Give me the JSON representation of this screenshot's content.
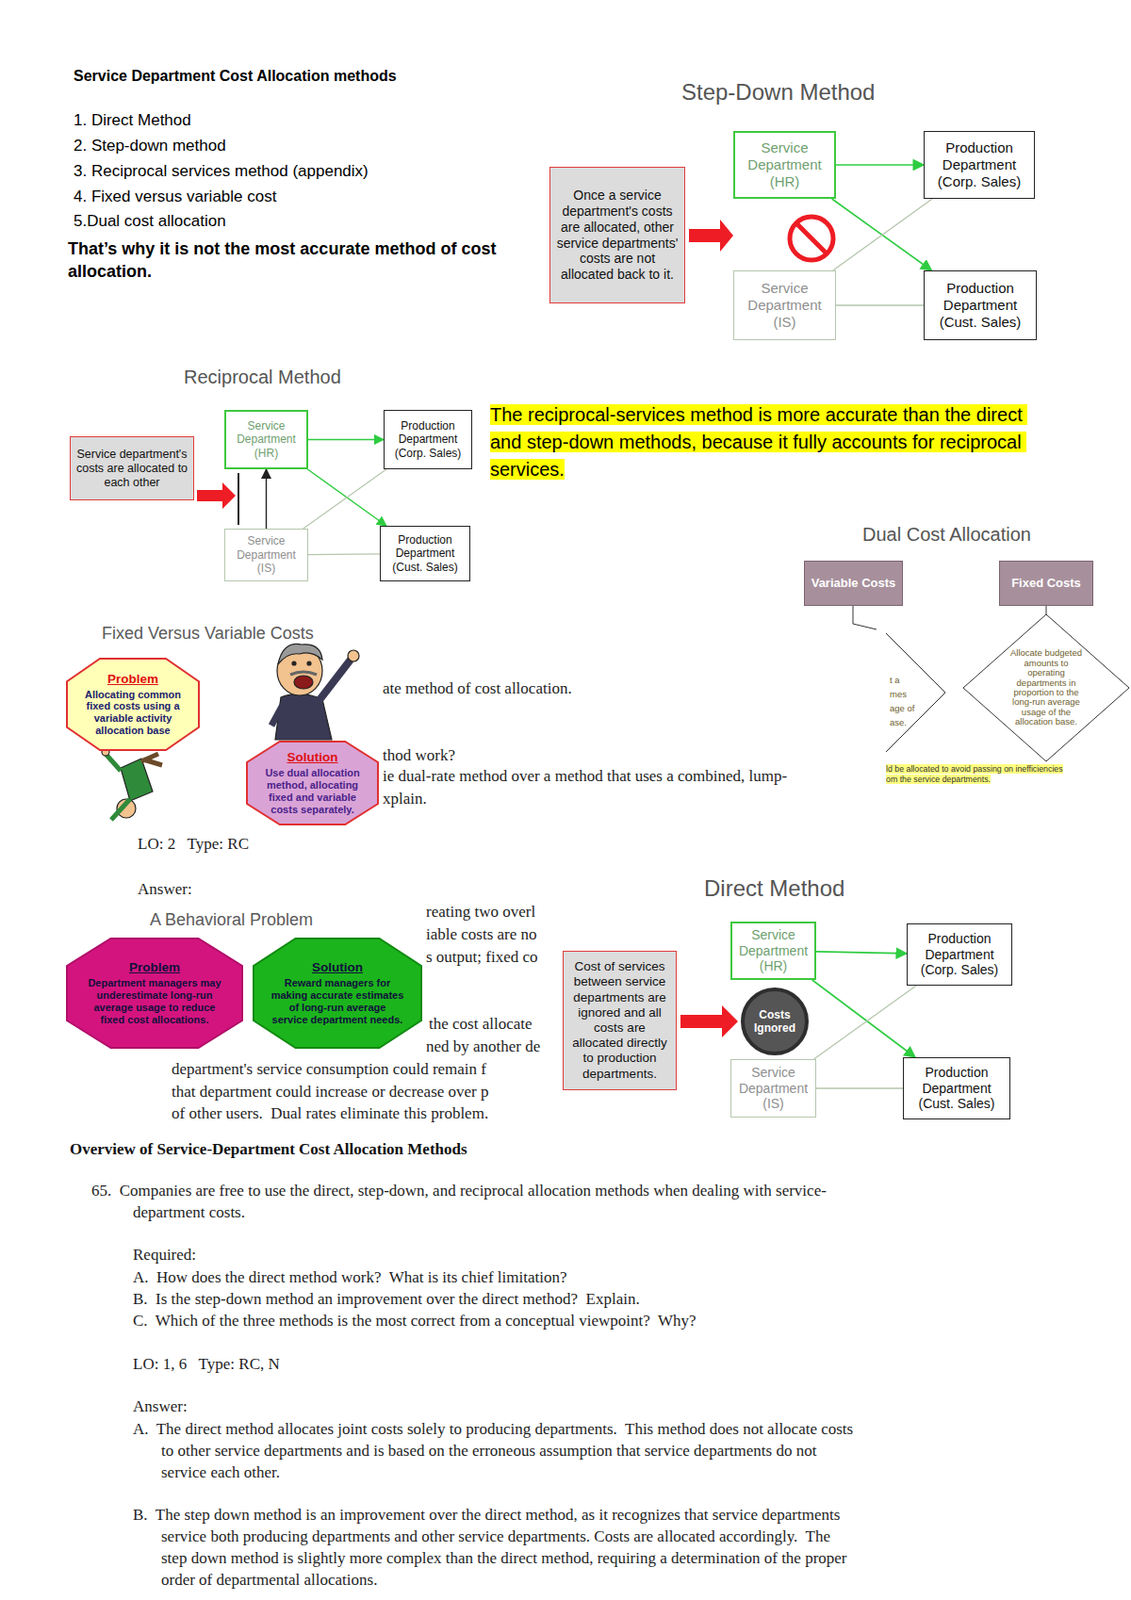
{
  "diagram": {
    "title": "Service Department Cost Allocation methods",
    "nodes": [
      {
        "text": [
          "Once a service department's costs are allocated, other service departments' costs are not allocated back to it."
        ]
      },
      {
        "text": [
          "Service Department (HR)"
        ]
      },
      {
        "text": [
          "Production Department (Corp. Sales)"
        ]
      },
      {
        "text": [
          "Service Department (IS)"
        ]
      },
      {
        "text": [
          "Production Department (Cust. Sales)"
        ]
      },
      {
        "text": [
          "Service department's costs are allocated to each other"
        ]
      },
      {
        "text": [
          "Service Department (HR)"
        ]
      },
      {
        "text": [
          "Production Department (Corp. Sales)"
        ]
      },
      {
        "text": [
          "Service Department (IS)"
        ]
      },
      {
        "text": [
          "Production Department (Cust. Sales)"
        ]
      },
      {
        "text": [
          "Variable Costs"
        ]
      },
      {
        "text": [
          "Fixed Costs"
        ]
      },
      {
        "text": [
          "Allocate budgeted amounts to operating departments in proportion to the long-run average usage of the allocation base."
        ]
      },
      {
        "text": [
          "Problem",
          "Allocating common fixed costs using a variable activity allocation base"
        ]
      },
      {
        "text": [
          "Solution",
          "Use dual allocation method, allocating fixed and variable costs separately."
        ]
      },
      {
        "text": [
          "Problem",
          "Department managers may underestimate long-run average usage to reduce fixed cost allocations."
        ]
      },
      {
        "text": [
          "Solution",
          "Reward managers for making accurate estimates of long-run average service department needs."
        ]
      },
      {
        "text": [
          "Cost of services between service departments are ignored and all costs are allocated directly to production departments."
        ]
      },
      {
        "text": [
          "Costs Ignored"
        ]
      },
      {
        "text": [
          "Service Department (HR)"
        ]
      },
      {
        "text": [
          "Production Department (Corp. Sales)"
        ]
      },
      {
        "text": [
          "Service Department (IS)"
        ]
      },
      {
        "text": [
          "Production Department (Cust. Sales)"
        ]
      }
    ],
    "edges": [
      {
        "from": 1,
        "to": 2,
        "arrow": "to"
      },
      {
        "from": 1,
        "to": 4,
        "arrow": "to"
      },
      {
        "from": 3,
        "to": 2,
        "arrow": "none"
      },
      {
        "from": 3,
        "to": 4,
        "arrow": "none"
      },
      {
        "from": 6,
        "to": 7,
        "arrow": "to"
      },
      {
        "from": 6,
        "to": 9,
        "arrow": "to"
      },
      {
        "from": 8,
        "to": 6,
        "arrow": "to"
      },
      {
        "from": 8,
        "to": 7,
        "arrow": "none"
      },
      {
        "from": 8,
        "to": 9,
        "arrow": "none"
      },
      {
        "from": 11,
        "to": 12,
        "arrow": "none"
      },
      {
        "from": 19,
        "to": 20,
        "arrow": "to"
      },
      {
        "from": 19,
        "to": 22,
        "arrow": "to"
      },
      {
        "from": 21,
        "to": 20,
        "arrow": "none"
      },
      {
        "from": 21,
        "to": 22,
        "arrow": "none"
      }
    ],
    "labels": [
      "1. Direct Method",
      "2. Step-down method",
      "3. Reciprocal services method (appendix)",
      "4. Fixed versus variable cost",
      "5.Dual cost allocation",
      "That’s why it is not the most accurate method of cost allocation.",
      "Step-Down Method",
      "Reciprocal Method",
      "The reciprocal-services method is more accurate than the direct and step-down methods, because it fully accounts for reciprocal services.",
      "Dual Cost Allocation",
      "t a",
      "mes",
      "age of",
      "ase.",
      "ld be allocated to avoid passing on inefficiencies",
      "om the service departments.",
      "Fixed Versus Variable Costs",
      "ate method of cost allocation.",
      "thod work?",
      "ie dual-rate method over a method that uses a combined, lump-",
      "xplain.",
      "LO: 2   Type: RC",
      "Answer:",
      "A Behavioral Problem",
      "reating two overl",
      "iable costs are no",
      "s output; fixed co",
      "the cost allocate",
      "ned by another de",
      "department's service consumption could remain f",
      "that department could increase or decrease over p",
      "of other users.  Dual rates eliminate this problem.",
      "Direct Method",
      "Overview of Service-Department Cost Allocation Methods",
      "65.  Companies are free to use the direct, step-down, and reciprocal allocation methods when dealing with service-department costs.",
      "Required:",
      "A.  How does the direct method work?  What is its chief limitation?",
      "B.  Is the step-down method an improvement over the direct method?  Explain.",
      "C.  Which of the three methods is the most correct from a conceptual viewpoint?  Why?",
      "LO: 1, 6   Type: RC, N",
      "Answer:",
      "A.  The direct method allocates joint costs solely to producing departments.  This method does not allocate costs to other service departments and is based on the erroneous assumption that service departments do not service each other.",
      "B.  The step down method is an improvement over the direct method, as it recognizes that service departments service both producing departments and other service departments. Costs are allocated accordingly.  The step down method is slightly more complex than the direct method, requiring a determination of the proper order of departmental allocations."
    ]
  }
}
